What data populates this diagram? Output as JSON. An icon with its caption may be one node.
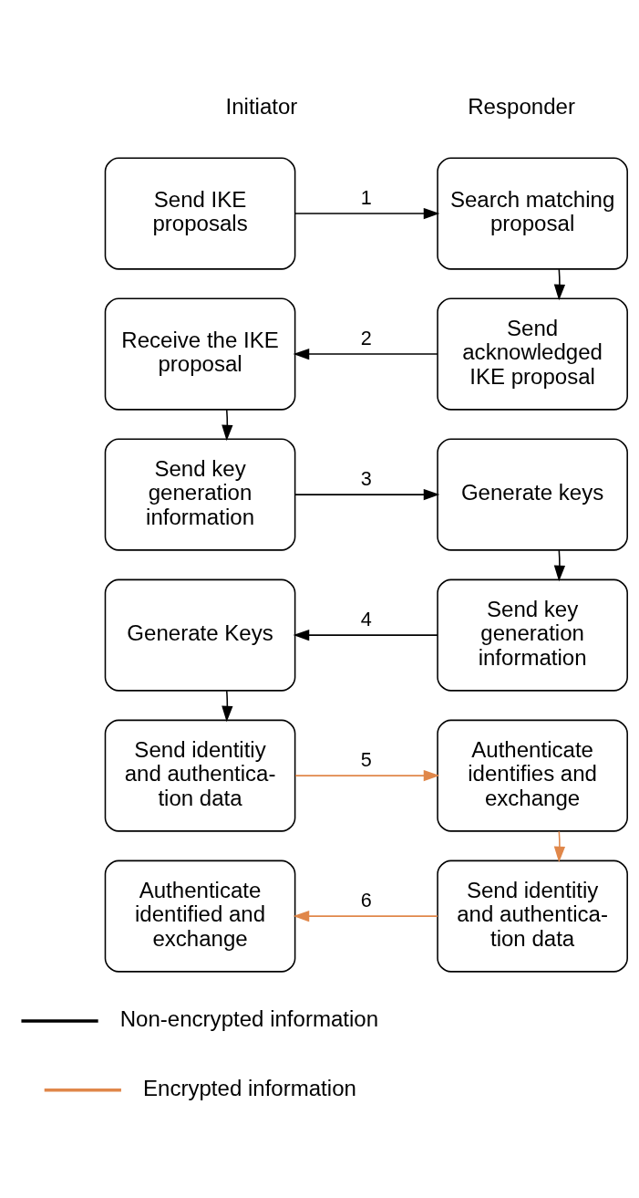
{
  "diagram": {
    "nodes": [
      {
        "text": [
          "Send IKE proposals"
        ]
      },
      {
        "text": [
          "Search matching proposal"
        ]
      },
      {
        "text": [
          "Receive the IKE proposal"
        ]
      },
      {
        "text": [
          "Send acknowledged IKE proposal"
        ]
      },
      {
        "text": [
          "Send key generation information"
        ]
      },
      {
        "text": [
          "Generate keys"
        ]
      },
      {
        "text": [
          "Generate Keys"
        ]
      },
      {
        "text": [
          "Send key generation information"
        ]
      },
      {
        "text": [
          "Send identitiy and authentica- tion data"
        ]
      },
      {
        "text": [
          "Authenticate identifies and exchange"
        ]
      },
      {
        "text": [
          "Authenticate identified and exchange"
        ]
      },
      {
        "text": [
          "Send identitiy and authentica- tion data"
        ]
      }
    ],
    "edges": [
      {
        "from": 0,
        "to": 1,
        "arrow": "to",
        "label": "1"
      },
      {
        "from": 1,
        "to": 3,
        "arrow": "to"
      },
      {
        "from": 3,
        "to": 2,
        "arrow": "to",
        "label": "2"
      },
      {
        "from": 2,
        "to": 4,
        "arrow": "to"
      },
      {
        "from": 4,
        "to": 5,
        "arrow": "to",
        "label": "3"
      },
      {
        "from": 5,
        "to": 7,
        "arrow": "to"
      },
      {
        "from": 7,
        "to": 6,
        "arrow": "to",
        "label": "4"
      },
      {
        "from": 6,
        "to": 8,
        "arrow": "to"
      },
      {
        "from": 8,
        "to": 9,
        "arrow": "to",
        "label": "5",
        "color": "#e0874a"
      },
      {
        "from": 9,
        "to": 11,
        "arrow": "to",
        "color": "#e0874a"
      },
      {
        "from": 11,
        "to": 10,
        "arrow": "to",
        "label": "6",
        "color": "#e0874a"
      }
    ],
    "labels": [
      "Initiator",
      "Responder"
    ],
    "legend": [
      {
        "text": "Non-encrypted information",
        "color": "#000000"
      },
      {
        "text": "Encrypted information",
        "color": "#e0874a"
      }
    ]
  }
}
